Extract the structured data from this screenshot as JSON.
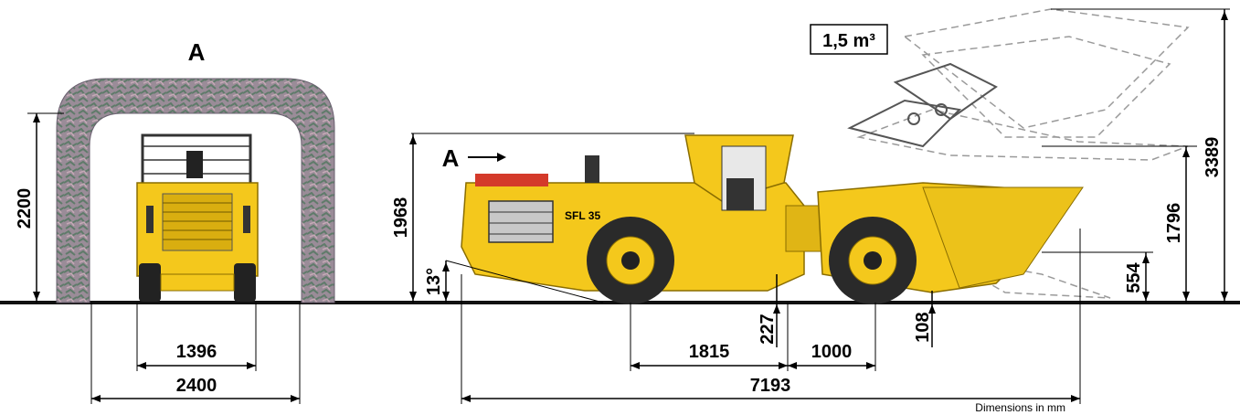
{
  "front_view": {
    "label": "A",
    "height": "2200",
    "inner_width": "1396",
    "outer_width": "2400"
  },
  "side_view": {
    "arrow_label": "A",
    "machine_model": "SFL 35",
    "bucket_capacity": "1,5 m³",
    "cab_height": "1968",
    "departure_angle": "13°",
    "ground_clearance": "227",
    "bucket_below_ground": "108",
    "rear_axle_dim": "1815",
    "axle_to_center": "1000",
    "overall_length": "7193",
    "dump_height_low": "554",
    "dump_height_mid": "1796",
    "max_height": "3389"
  },
  "footer": {
    "units_note": "Dimensions in mm"
  },
  "colors": {
    "machine_yellow": "#f4c81c",
    "rock": "#8a7a8a",
    "line": "#000000"
  }
}
